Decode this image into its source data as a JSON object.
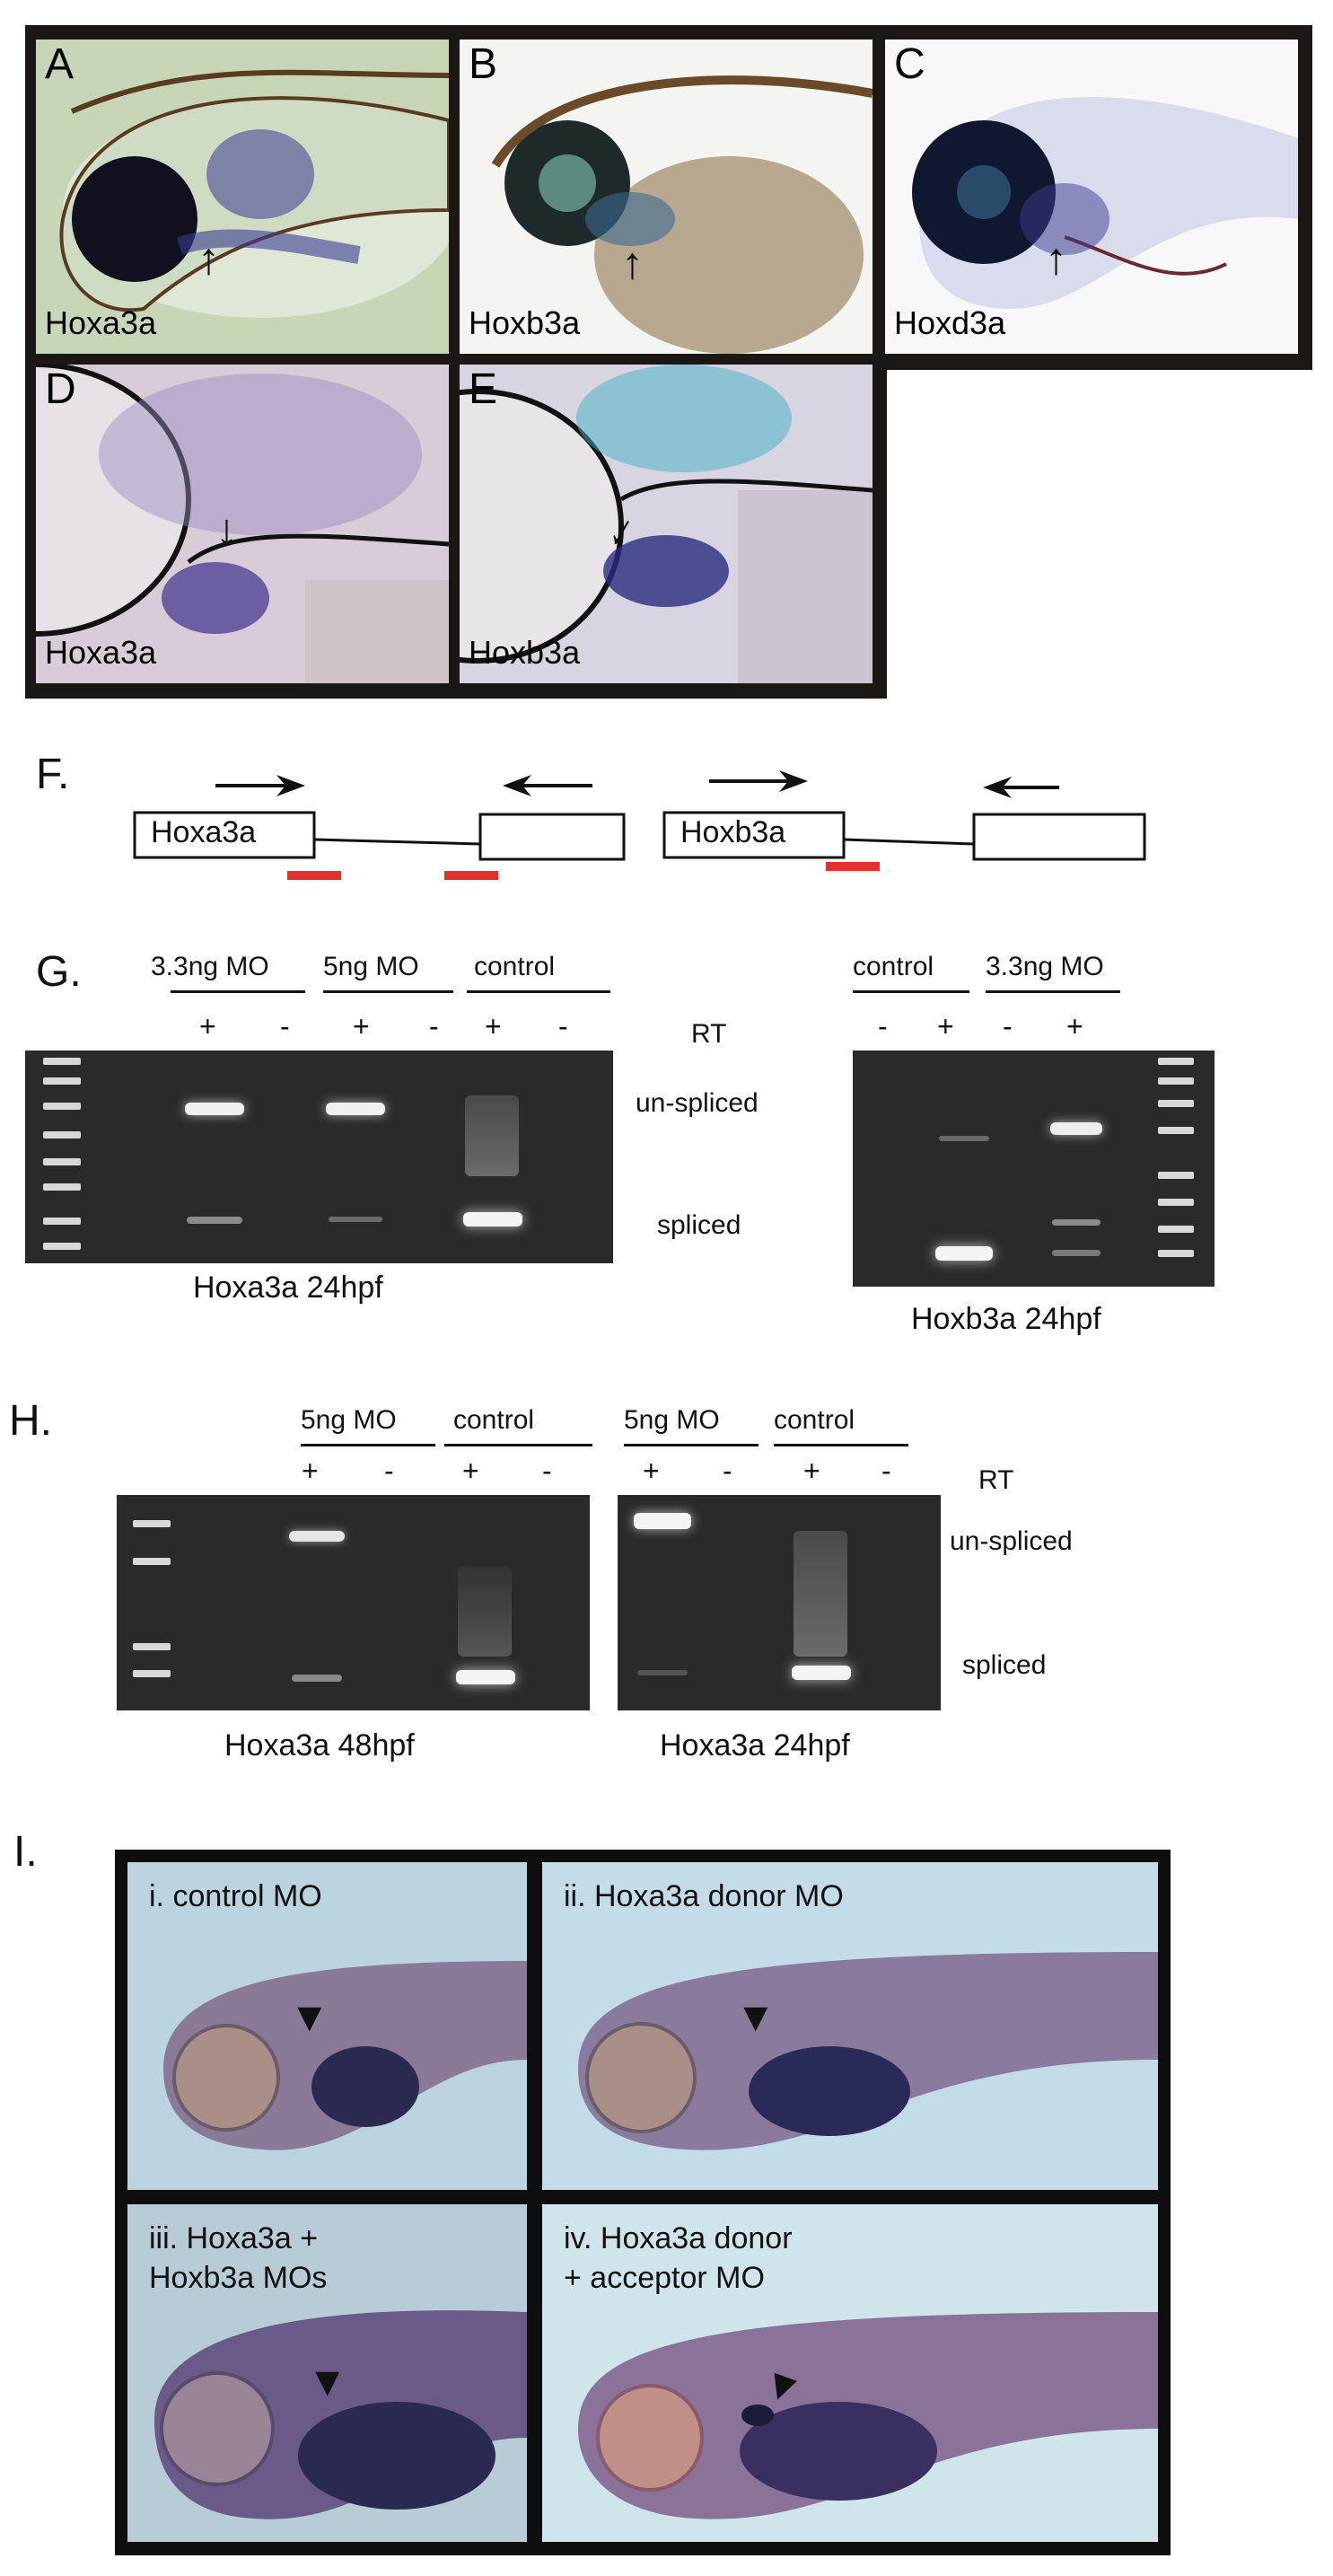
{
  "panels_top": [
    {
      "letter": "A",
      "gene": "Hoxa3a"
    },
    {
      "letter": "B",
      "gene": "Hoxb3a"
    },
    {
      "letter": "C",
      "gene": "Hoxd3a"
    },
    {
      "letter": "D",
      "gene": "Hoxa3a"
    },
    {
      "letter": "E",
      "gene": "Hoxb3a"
    }
  ],
  "panel_f": {
    "label": "F.",
    "gene1": "Hoxa3a",
    "gene2": "Hoxb3a"
  },
  "panel_g": {
    "label": "G.",
    "left_groups": [
      "3.3ng MO",
      "5ng MO",
      "control"
    ],
    "left_signs": [
      "+",
      "-",
      "+",
      "-",
      "+",
      "-"
    ],
    "right_groups": [
      "control",
      "3.3ng MO"
    ],
    "right_signs": [
      "-",
      "+",
      "-",
      "+"
    ],
    "rt": "RT",
    "unspliced": "un-spliced",
    "spliced": "spliced",
    "left_caption": "Hoxa3a 24hpf",
    "right_caption": "Hoxb3a 24hpf"
  },
  "panel_h": {
    "label": "H.",
    "left_groups": [
      "5ng MO",
      "control"
    ],
    "left_signs": [
      "+",
      "-",
      "+",
      "-"
    ],
    "right_groups": [
      "5ng MO",
      "control"
    ],
    "right_signs": [
      "+",
      "-",
      "+",
      "-"
    ],
    "rt": "RT",
    "unspliced": "un-spliced",
    "spliced": "spliced",
    "left_caption": "Hoxa3a 48hpf",
    "right_caption": "Hoxa3a 24hpf"
  },
  "panel_i": {
    "label": "I.",
    "subpanels": [
      {
        "caption": "i. control MO"
      },
      {
        "caption": "ii. Hoxa3a donor MO"
      },
      {
        "caption": "iii. Hoxa3a +\nHoxb3a MOs"
      },
      {
        "caption": "iv. Hoxa3a donor\n+ acceptor MO"
      }
    ]
  }
}
